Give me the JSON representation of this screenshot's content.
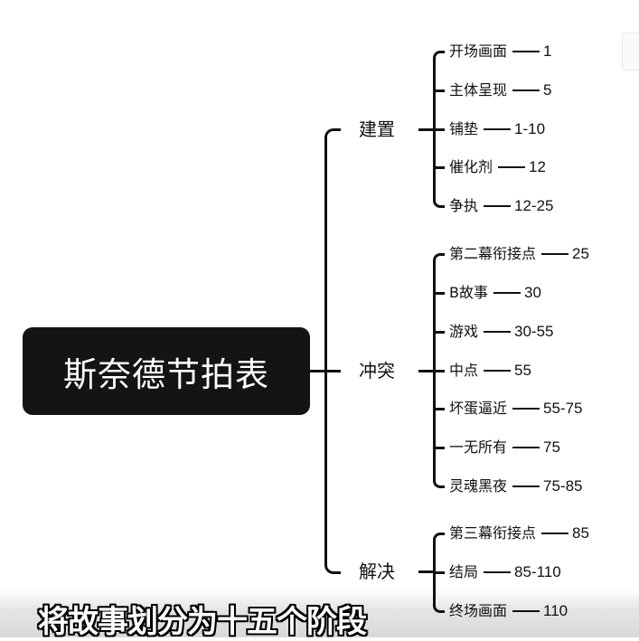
{
  "root": {
    "label": "斯奈德节拍表"
  },
  "categories": [
    {
      "label": "建置",
      "children": [
        {
          "label": "开场画面",
          "value": "1"
        },
        {
          "label": "主体呈现",
          "value": "5"
        },
        {
          "label": "铺垫",
          "value": "1-10"
        },
        {
          "label": "催化剂",
          "value": "12"
        },
        {
          "label": "争执",
          "value": "12-25"
        }
      ]
    },
    {
      "label": "冲突",
      "children": [
        {
          "label": "第二幕衔接点",
          "value": "25"
        },
        {
          "label": "B故事",
          "value": "30"
        },
        {
          "label": "游戏",
          "value": "30-55"
        },
        {
          "label": "中点",
          "value": "55"
        },
        {
          "label": "坏蛋逼近",
          "value": "55-75"
        },
        {
          "label": "一无所有",
          "value": "75"
        },
        {
          "label": "灵魂黑夜",
          "value": "75-85"
        }
      ]
    },
    {
      "label": "解决",
      "children": [
        {
          "label": "第三幕衔接点",
          "value": "85"
        },
        {
          "label": "结局",
          "value": "85-110"
        },
        {
          "label": "终场画面",
          "value": "110"
        }
      ]
    }
  ],
  "subtitle": "将故事划分为十五个阶段"
}
